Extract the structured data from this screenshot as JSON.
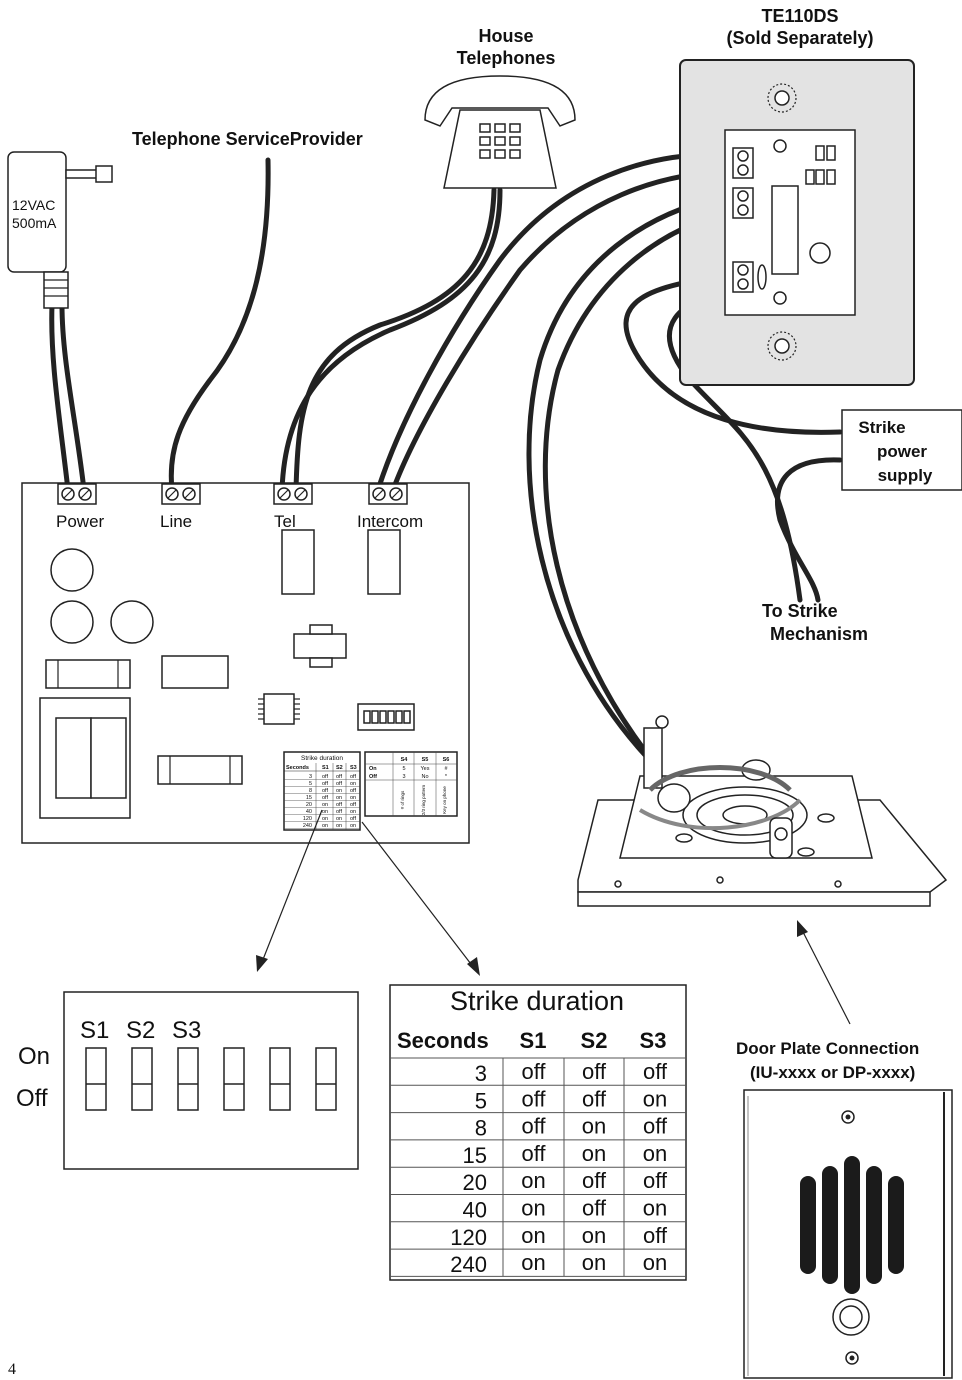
{
  "labels": {
    "house_telephones": [
      "House",
      "Telephones"
    ],
    "te110ds": [
      "TE110DS",
      "(Sold Separately)"
    ],
    "telephone_service_provider": "Telephone ServiceProvider",
    "adapter": [
      "12VAC",
      "500mA"
    ],
    "terminal_power": "Power",
    "terminal_line": "Line",
    "terminal_tel": "Tel",
    "terminal_intercom": "Intercom",
    "strike_power_supply": [
      "Strike",
      "power",
      "supply"
    ],
    "to_strike_mechanism": [
      "To Strike",
      "Mechanism"
    ],
    "door_plate_connection": [
      "Door Plate Connection",
      "(IU-xxxx or DP-xxxx)"
    ],
    "page_number": "4"
  },
  "dip_switch": {
    "switch_labels": [
      "S1",
      "S2",
      "S3"
    ],
    "on_label": "On",
    "off_label": "Off"
  },
  "strike_table": {
    "title": "Strike duration",
    "headers": [
      "Seconds",
      "S1",
      "S2",
      "S3"
    ],
    "rows": [
      [
        "3",
        "off",
        "off",
        "off"
      ],
      [
        "5",
        "off",
        "off",
        "on"
      ],
      [
        "8",
        "off",
        "on",
        "off"
      ],
      [
        "15",
        "off",
        "on",
        "on"
      ],
      [
        "20",
        "on",
        "off",
        "off"
      ],
      [
        "40",
        "on",
        "off",
        "on"
      ],
      [
        "120",
        "on",
        "on",
        "off"
      ],
      [
        "240",
        "on",
        "on",
        "on"
      ]
    ]
  },
  "mini_options_table": {
    "headers": [
      "",
      "S4",
      "S5",
      "S6"
    ],
    "rows": [
      [
        "On",
        "5",
        "Yes",
        "#"
      ],
      [
        "Off",
        "3",
        "No",
        "*"
      ]
    ],
    "footer": [
      "# of rings",
      "2/3 ring pattern",
      "Key on phone"
    ]
  }
}
